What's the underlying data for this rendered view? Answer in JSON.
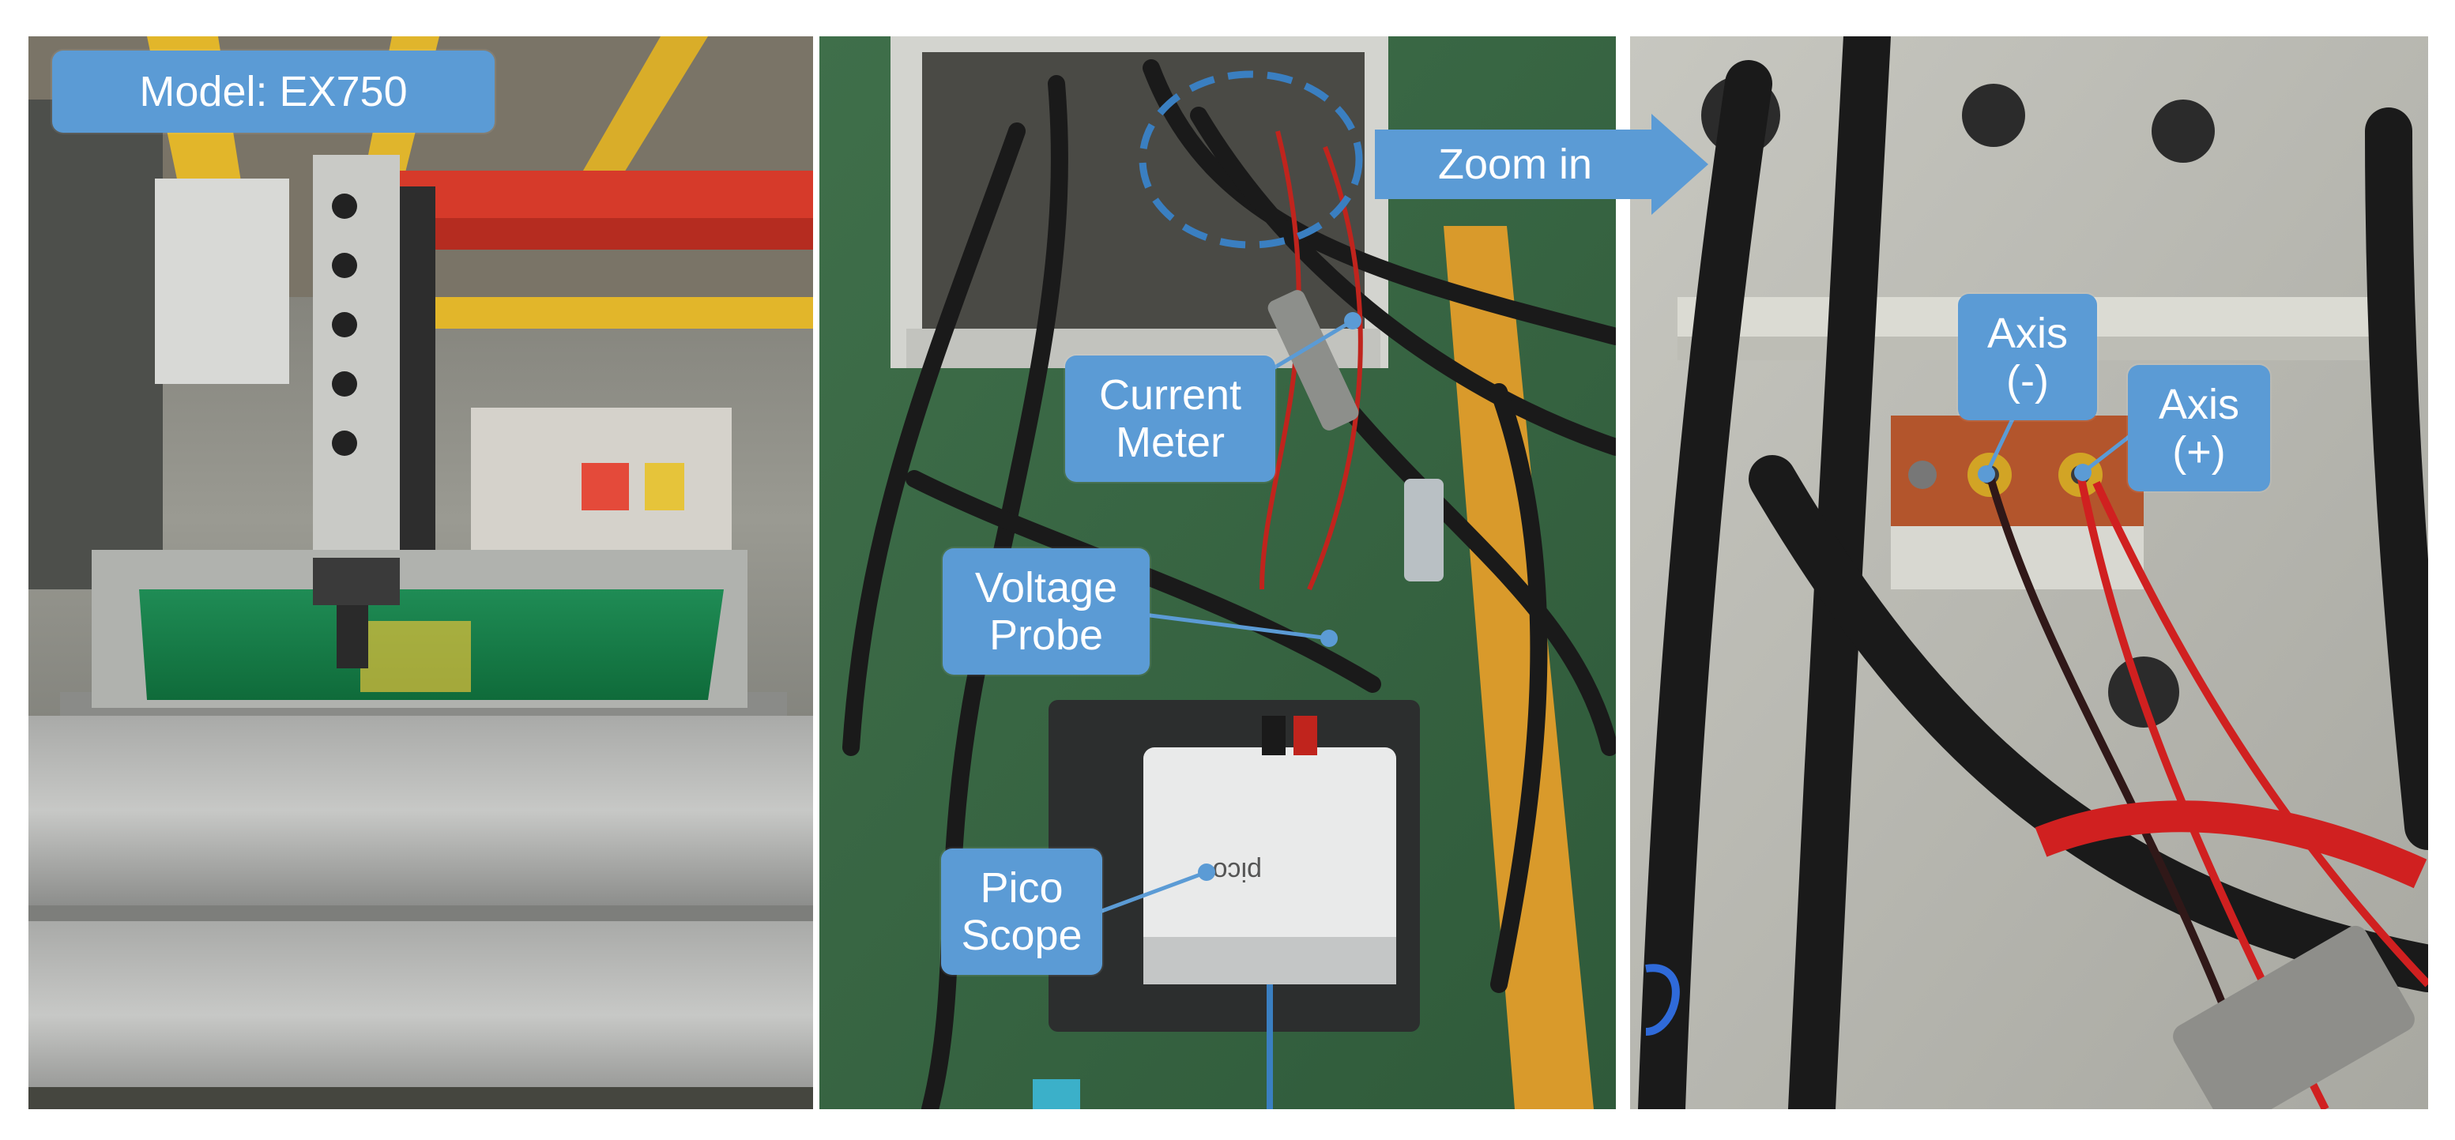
{
  "panels": [
    {
      "scene": "EDM machine in factory hall"
    },
    {
      "scene": "Measurement setup with cables and oscilloscope"
    },
    {
      "scene": "Close-up of axis terminal connections"
    }
  ],
  "labels": {
    "model": "Model: EX750",
    "zoom": "Zoom in",
    "current_meter": "Current\nMeter",
    "voltage_probe": "Voltage\nProbe",
    "pico_scope": "Pico\nScope",
    "axis_minus": "Axis\n(-)",
    "axis_plus": "Axis\n(+)"
  },
  "device_text": {
    "scope_brand": "pico"
  },
  "colors": {
    "label_fill": "#5b9bd5",
    "label_text": "#ffffff",
    "callout_line": "#5b9bd5",
    "dashed_circle": "#3a7fc1"
  }
}
